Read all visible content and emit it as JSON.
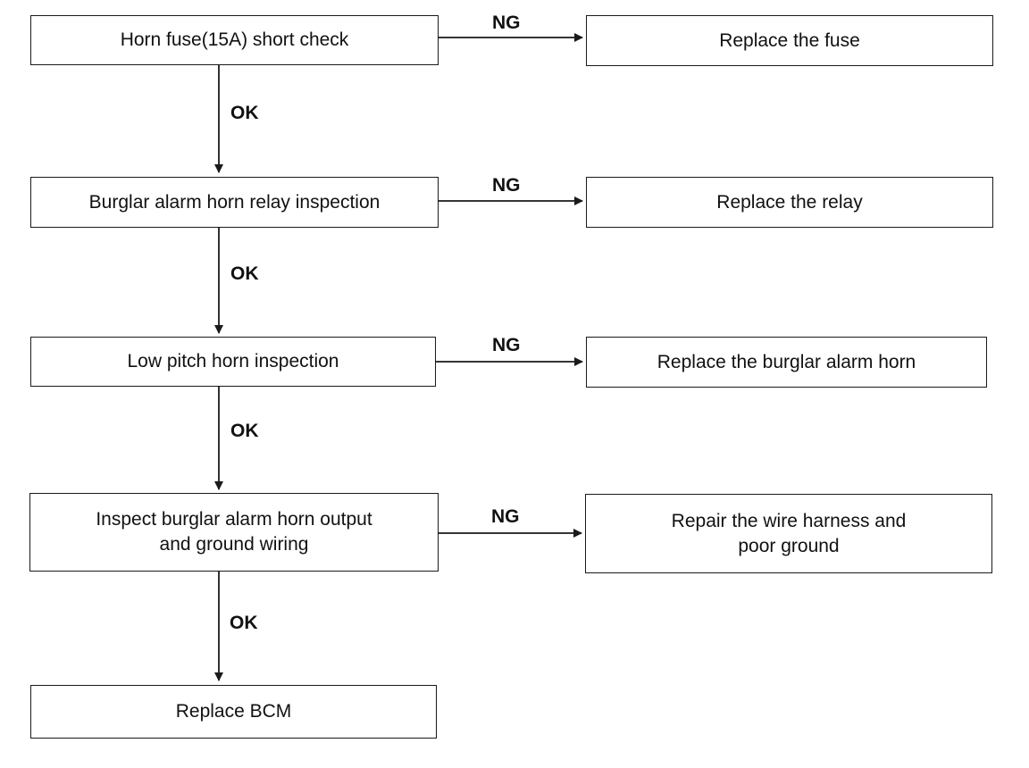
{
  "steps": [
    {
      "check": "Horn fuse(15A) short check",
      "ng_action": "Replace the fuse",
      "ng_label": "NG",
      "ok_label": "OK"
    },
    {
      "check": "Burglar alarm horn relay inspection",
      "ng_action": "Replace the relay",
      "ng_label": "NG",
      "ok_label": "OK"
    },
    {
      "check": "Low pitch horn inspection",
      "ng_action": "Replace the burglar alarm horn",
      "ng_label": "NG",
      "ok_label": "OK"
    },
    {
      "check_lines": [
        "Inspect burglar alarm horn output",
        "and ground wiring"
      ],
      "ng_action_lines": [
        "Repair the wire harness and",
        "poor ground"
      ],
      "ng_label": "NG",
      "ok_label": "OK"
    }
  ],
  "final_action": "Replace BCM",
  "colors": {
    "line": "#1a1a1a",
    "background": "#ffffff"
  }
}
